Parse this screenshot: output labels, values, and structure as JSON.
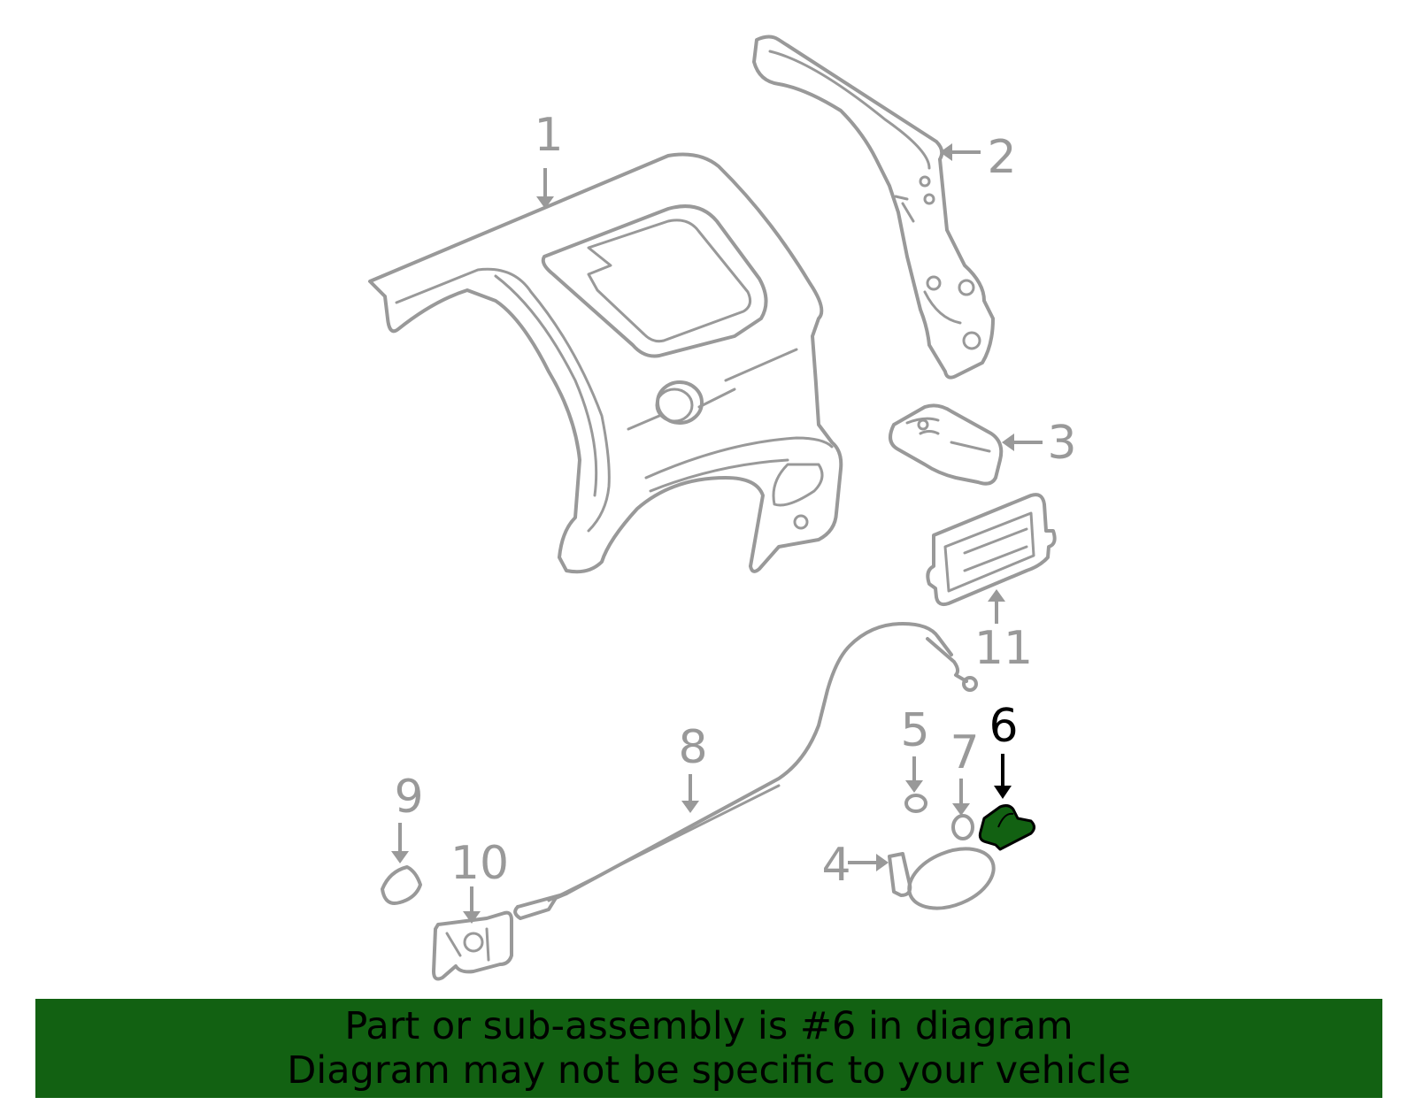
{
  "diagram": {
    "callouts": [
      {
        "id": "1",
        "label": "1",
        "highlighted": false
      },
      {
        "id": "2",
        "label": "2",
        "highlighted": false
      },
      {
        "id": "3",
        "label": "3",
        "highlighted": false
      },
      {
        "id": "4",
        "label": "4",
        "highlighted": false
      },
      {
        "id": "5",
        "label": "5",
        "highlighted": false
      },
      {
        "id": "6",
        "label": "6",
        "highlighted": true
      },
      {
        "id": "7",
        "label": "7",
        "highlighted": false
      },
      {
        "id": "8",
        "label": "8",
        "highlighted": false
      },
      {
        "id": "9",
        "label": "9",
        "highlighted": false
      },
      {
        "id": "10",
        "label": "10",
        "highlighted": false
      },
      {
        "id": "11",
        "label": "11",
        "highlighted": false
      }
    ],
    "highlight_color": "#126112",
    "line_color": "#999999"
  },
  "banner": {
    "line1": "Part or sub-assembly is #6 in diagram",
    "line2": "Diagram may not be specific to your vehicle",
    "background": "#126112"
  }
}
